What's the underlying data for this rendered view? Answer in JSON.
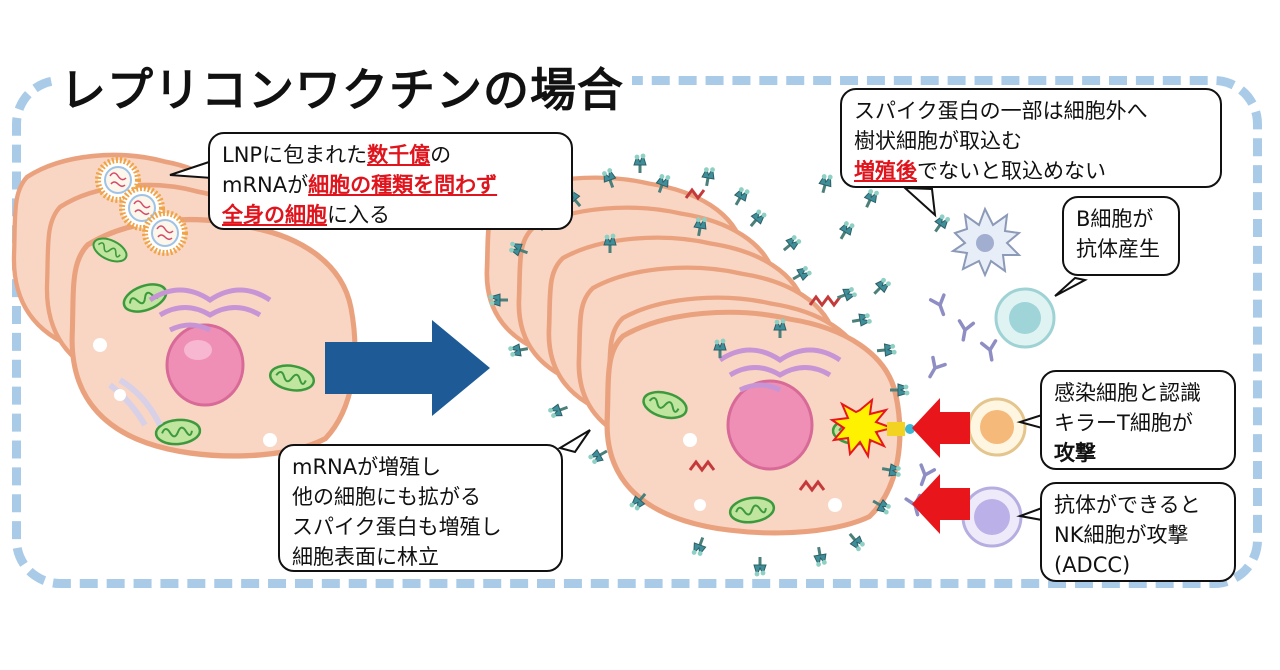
{
  "title": "レプリコンワクチンの場合",
  "bubble_lnp": {
    "l1a": "LNPに包まれた",
    "l1b": "数千億",
    "l1c": "の",
    "l2a": "mRNAが",
    "l2b": "細胞の種類を問わず",
    "l3a": "全身の細胞",
    "l3b": "に入る"
  },
  "bubble_spike": {
    "l1": "スパイク蛋白の一部は細胞外へ",
    "l2": "樹状細胞が取込む",
    "l3a": "増殖後",
    "l3b": "でないと取込めない"
  },
  "bubble_bcell": {
    "l1": "B細胞が",
    "l2": "抗体産生"
  },
  "bubble_killer": {
    "l1": "感染細胞と認識",
    "l2": "キラーT細胞が",
    "l3": "攻撃"
  },
  "bubble_nk": {
    "l1": "抗体ができると",
    "l2": "NK細胞が攻撃",
    "l3": "(ADCC)"
  },
  "bubble_mrna": {
    "l1": "mRNAが増殖し",
    "l2": "他の細胞にも拡がる",
    "l3": "スパイク蛋白も増殖し",
    "l4": "細胞表面に林立"
  },
  "colors": {
    "frame": "#a9cbe8",
    "cell_fill": "#f9d6c4",
    "cell_edge": "#eaa27e",
    "nucleus": "#ef8fb6",
    "arrow_blue": "#1e5b96",
    "arrow_red": "#e8151b",
    "highlight_text": "#e0141c",
    "spike": "#3f8f9a"
  },
  "icons": [
    "lnp-particle-icon",
    "dendritic-cell-icon",
    "b-cell-icon",
    "killer-t-cell-icon",
    "nk-cell-icon",
    "antibody-icon",
    "spike-protein-icon",
    "explosion-icon"
  ]
}
